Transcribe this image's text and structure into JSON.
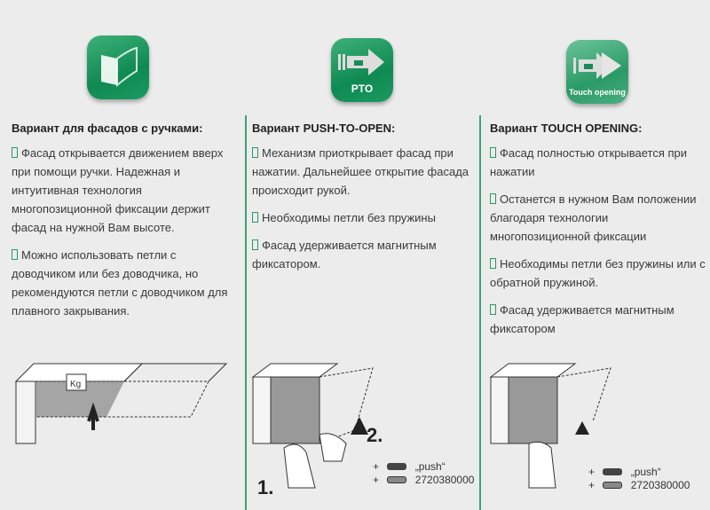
{
  "columns": [
    {
      "icon_label": "",
      "title": "Вариант для фасадов с ручками:",
      "bullets": [
        "Фасад открывается движением вверх при помощи ручки. Надежная и интуитивная технология многопозиционной фиксации держит фасад на нужной Вам высоте.",
        "Можно использовать петли с доводчиком или без доводчика, но рекомендуются петли с доводчиком для плавного закрывания."
      ],
      "weight_label": "Kg"
    },
    {
      "icon_label": "PTO",
      "title": "Вариант PUSH-TO-OPEN:",
      "bullets": [
        "Механизм приоткрывает фасад при нажатии. Дальнейшее открытие фасада происходит рукой.",
        "Необходимы петли без пружины",
        "Фасад удерживается магнитным фиксатором."
      ],
      "step1": "1.",
      "step2": "2.",
      "part_push": "„push“",
      "part_number": "2720380000",
      "plus": "+"
    },
    {
      "icon_label": "Touch opening",
      "title": "Вариант TOUCH OPENING:",
      "bullets": [
        "Фасад полностью открывается при нажатии",
        "Останется в нужном Вам положении благодаря технологии многопозиционной фиксации",
        "Необходимы петли без пружины или с обратной пружиной.",
        "Фасад удерживается магнитным фиксатором"
      ],
      "part_push": "„push“",
      "part_number": "2720380000",
      "plus": "+"
    }
  ],
  "colors": {
    "accent": "#13905a",
    "divider": "#3aa478"
  }
}
